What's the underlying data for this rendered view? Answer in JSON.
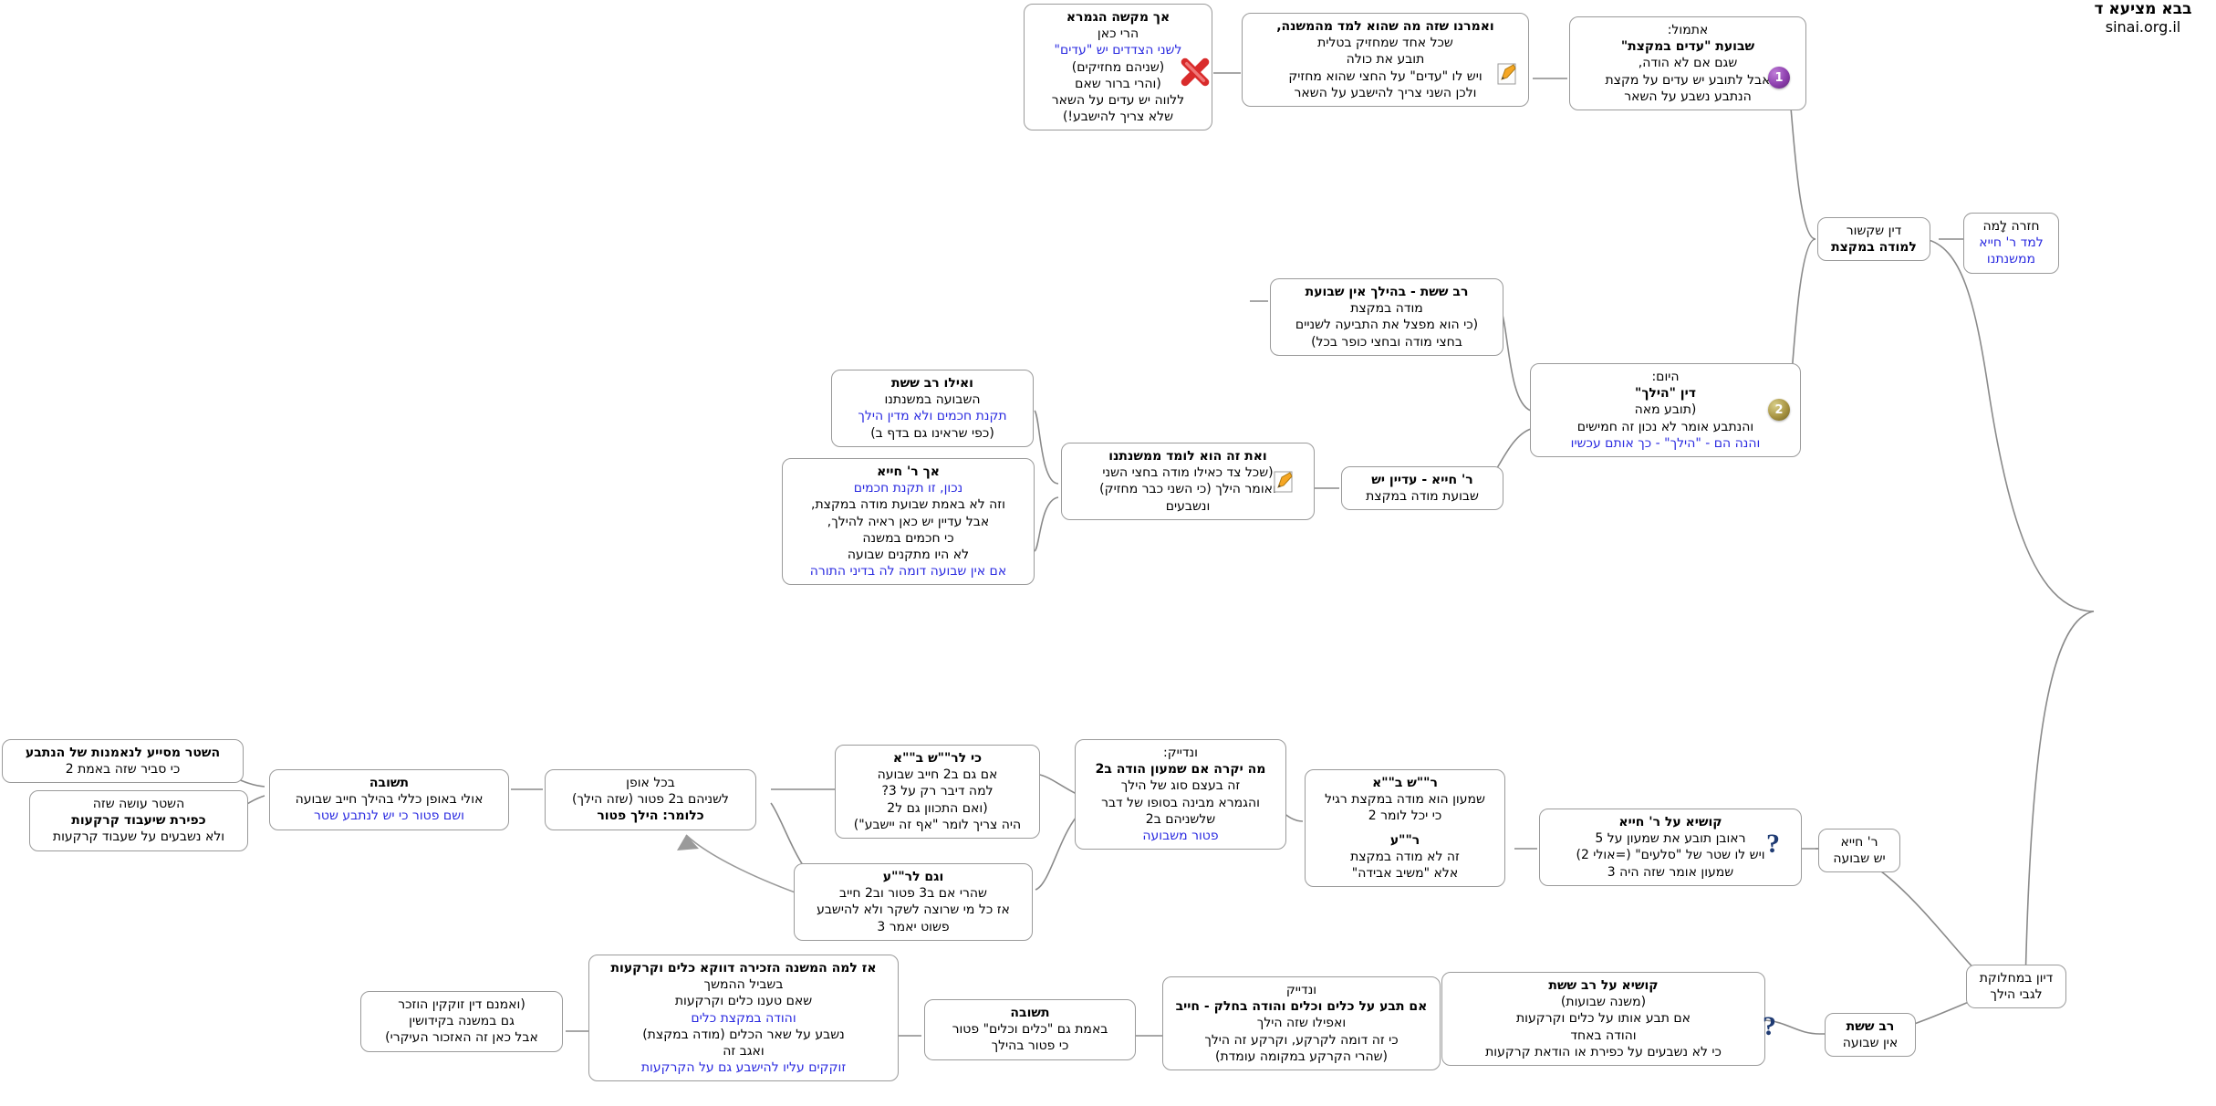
{
  "meta": {
    "root_line1": "בבא מציעא ד",
    "root_line2": "sinai.org.il"
  },
  "nodes": {
    "n_ach_makshe": {
      "lines": [
        {
          "t": "אך מקשה הגמרא",
          "s": "bold"
        },
        {
          "t": "הרי כאן",
          "s": "plain"
        },
        {
          "t": "לשני הצדדים יש  \"עדים\"",
          "s": "blue"
        },
        {
          "t": "(שניהם מחזיקים)",
          "s": "plain"
        },
        {
          "t": "(והרי ברור שאם",
          "s": "plain"
        },
        {
          "t": "ללווה יש עדים על השאר",
          "s": "plain"
        },
        {
          "t": "שלא צריך להישבע!)",
          "s": "plain"
        }
      ]
    },
    "n_veamarnu": {
      "lines": [
        {
          "t": "ואמרנו שזה מה שהוא למד מהמשנה,",
          "s": "bold"
        },
        {
          "t": "שכל אחד שמחזיק בטלית",
          "s": "plain"
        },
        {
          "t": "תובע את כולה",
          "s": "plain"
        },
        {
          "t": "ויש לו \"עדים\" על החצי שהוא מחזיק",
          "s": "plain"
        },
        {
          "t": "ולכן השני צריך להישבע על השאר",
          "s": "plain"
        }
      ]
    },
    "n_etmol": {
      "lines": [
        {
          "t": "אתמול:",
          "s": "plain"
        },
        {
          "t": "שבועת \"עדים במקצת\"",
          "s": "bold"
        },
        {
          "t": "שגם אם לא הודה,",
          "s": "plain"
        },
        {
          "t": "אבל לתובע יש עדים על מקצת",
          "s": "plain"
        },
        {
          "t": "הנתבע נשבע על השאר",
          "s": "plain"
        }
      ]
    },
    "n_din_shikshur": {
      "lines": [
        {
          "t": "דין שקשור",
          "s": "plain"
        },
        {
          "t": "למודה במקצת",
          "s": "bold"
        }
      ]
    },
    "n_chazara": {
      "lines": [
        {
          "t": "חזרה לָמה",
          "s": "plain"
        },
        {
          "t": "למד ר' חייא",
          "s": "blue"
        },
        {
          "t": "ממשנתנו",
          "s": "blue"
        }
      ]
    },
    "n_rav_sheshet_ein": {
      "lines": [
        {
          "t": "רב ששת - בהילך אין שבועת",
          "s": "bold"
        },
        {
          "t": "מודה במקצת",
          "s": "plain"
        },
        {
          "t": "(כי הוא מפצל את התביעה לשניים",
          "s": "plain"
        },
        {
          "t": "בחצי מודה ובחצי  כופר בכל)",
          "s": "plain"
        }
      ]
    },
    "n_hayom": {
      "lines": [
        {
          "t": "היום:",
          "s": "plain"
        },
        {
          "t": "דין \"הילך\"",
          "s": "bold"
        },
        {
          "t": "(תובע מאה",
          "s": "plain"
        },
        {
          "t": "והנתבע אומר לא נכון זה חמישים",
          "s": "plain"
        },
        {
          "t": "והנה הם - \"הילך\" - כך אותם עכשיו",
          "s": "blue"
        }
      ]
    },
    "n_veilu_rav_sheshet": {
      "lines": [
        {
          "t": "ואילו רב ששת",
          "s": "bold"
        },
        {
          "t": "השבועה במשנתנו",
          "s": "plain"
        },
        {
          "t": "תקנת חכמים ולא מדין הילך",
          "s": "blue"
        },
        {
          "t": "(כפי שראינו גם בדף ב)",
          "s": "plain"
        }
      ]
    },
    "n_ach_rabbi_chiya": {
      "lines": [
        {
          "t": "אך ר' חייא",
          "s": "bold"
        },
        {
          "t": "נכון, זו תקנת חכמים",
          "s": "blue"
        },
        {
          "t": "וזה לא באמת שבועת מודה במקצת,",
          "s": "plain"
        },
        {
          "t": "אבל עדיין יש כאן ראיה להילך,",
          "s": "plain"
        },
        {
          "t": "כי חכמים במשנה",
          "s": "plain"
        },
        {
          "t": "לא היו מתקנים שבועה",
          "s": "plain"
        },
        {
          "t": "אם אין שבועה דומה לה בדיני התורה",
          "s": "blue"
        }
      ]
    },
    "n_veet_ze": {
      "lines": [
        {
          "t": "ואת זה הוא לומד  ממשנתנו",
          "s": "bold"
        },
        {
          "t": "(שכל צד  כאילו מודה בחצי השני",
          "s": "plain"
        },
        {
          "t": "ואומר הילך (כי השני כבר מחזיק)",
          "s": "plain"
        },
        {
          "t": "ונשבעים",
          "s": "plain"
        }
      ]
    },
    "n_rchiya_adayin": {
      "lines": [
        {
          "t": "ר' חייא - עדיין יש",
          "s": "bold"
        },
        {
          "t": "שבועת מודה במקצת",
          "s": "plain"
        }
      ]
    },
    "n_shtar_mesaye": {
      "lines": [
        {
          "t": "השטר מסייע לנאמנות של הנתבע",
          "s": "bold"
        },
        {
          "t": "כי סביר שזה באמת 2",
          "s": "plain"
        }
      ]
    },
    "n_shtar_ose": {
      "lines": [
        {
          "t": "השטר עושה שזה",
          "s": "plain"
        },
        {
          "t": "כפירת שיעבוד קרקעות",
          "s": "bold"
        },
        {
          "t": "ולא נשבעים על שעבוד קרקעות",
          "s": "plain"
        }
      ]
    },
    "n_teshuva1": {
      "lines": [
        {
          "t": "תשובה",
          "s": "bold"
        },
        {
          "t": "אולי באופן כללי בהילך חייב שבועה",
          "s": "plain"
        },
        {
          "t": "ושם פטור כי יש לנתבע שטר",
          "s": "blue"
        }
      ]
    },
    "n_bechol_ofen": {
      "lines": [
        {
          "t": "בכל אופן",
          "s": "plain"
        },
        {
          "t": "לשניהם ב2 פטור (שזה הילך)",
          "s": "plain"
        },
        {
          "t": "כלומר: הילך פטור",
          "s": "bold"
        }
      ]
    },
    "n_ki_lerash_ba": {
      "lines": [
        {
          "t": "כי לר\"\"ש ב\"\"א",
          "s": "bold"
        },
        {
          "t": "אם גם ב2 חייב שבועה",
          "s": "plain"
        },
        {
          "t": "למה דיבר רק על 3?",
          "s": "plain"
        },
        {
          "t": "(ואם התכוון גם ל2",
          "s": "plain"
        },
        {
          "t": "היה צריך לומר \"אף זה יישבע\")",
          "s": "plain"
        }
      ]
    },
    "n_vegam_lera": {
      "lines": [
        {
          "t": "וגם לר\"\"ע",
          "s": "bold"
        },
        {
          "t": "שהרי אם ב3 פטור וב2 חייב",
          "s": "plain"
        },
        {
          "t": "אז כל מי שרוצה לשקר ולא להישבע",
          "s": "plain"
        },
        {
          "t": "פשוט יאמר 3",
          "s": "plain"
        }
      ]
    },
    "n_vendayek": {
      "lines": [
        {
          "t": "ונדייק:",
          "s": "plain"
        },
        {
          "t": "מה יקרה אם שמעון הודה ב2",
          "s": "bold"
        },
        {
          "t": "זה בעצם סוג של הילך",
          "s": "plain_blue_tail"
        },
        {
          "t": "והגמרא מבינה בסופו של דבר",
          "s": "plain"
        },
        {
          "t": "שלשניהם ב2",
          "s": "plain"
        },
        {
          "t": "פטור משבועה",
          "s": "blue"
        }
      ]
    },
    "n_rash_ba": {
      "lines": [
        {
          "t": "ר\"\"ש ב\"\"א",
          "s": "bold"
        },
        {
          "t": "שמעון הוא מודה במקצת רגיל",
          "s": "plain"
        },
        {
          "t": "כי יכל לומר 2",
          "s": "plain"
        },
        {
          "t": "",
          "s": "plain"
        },
        {
          "t": "ר\"\"ע",
          "s": "bold"
        },
        {
          "t": "זה לא מודה במקצת",
          "s": "plain"
        },
        {
          "t": "אלא  \"משיב אבידה\"",
          "s": "plain"
        }
      ]
    },
    "n_kushiya_chiya": {
      "lines": [
        {
          "t": "קושיא על ר' חייא",
          "s": "bold"
        },
        {
          "t": "ראובן תובע את שמעון על 5",
          "s": "plain"
        },
        {
          "t": "ויש לו שטר של \"סלעים\" (=אולי 2)",
          "s": "plain"
        },
        {
          "t": "שמעון אומר שזה היה  3",
          "s": "plain"
        }
      ]
    },
    "n_rchiya_yesh": {
      "lines": [
        {
          "t": "ר' חייא",
          "s": "plain"
        },
        {
          "t": "יש שבועה",
          "s": "plain"
        }
      ]
    },
    "n_diyun": {
      "lines": [
        {
          "t": "דיון במחלוקת",
          "s": "plain"
        },
        {
          "t": "לגבי הילך",
          "s": "plain"
        }
      ]
    },
    "n_rav_sheshet_ein2": {
      "lines": [
        {
          "t": "רב ששת",
          "s": "bold"
        },
        {
          "t": "אין שבועה",
          "s": "plain"
        }
      ]
    },
    "n_kushiya_sheshet": {
      "lines": [
        {
          "t": "קושיא על רב ששת",
          "s": "bold"
        },
        {
          "t": "(משנה שבועות)",
          "s": "plain"
        },
        {
          "t": "אם תבע אותו על כלים וקרקעות",
          "s": "plain"
        },
        {
          "t": "והודה באחד",
          "s": "plain"
        },
        {
          "t": "כי לא נשבעים על כפירת או הודאת קרקעות",
          "s": "plain"
        }
      ]
    },
    "n_vendayek2": {
      "lines": [
        {
          "t": "ונדייק",
          "s": "plain"
        },
        {
          "t": "אם תבע על כלים וכלים והודה בחלק - חייב",
          "s": "bold"
        },
        {
          "t": "ואפילו שזה הילך",
          "s": "plain"
        },
        {
          "t": "כי זה דומה לקרקע, וקרקע זה הילך",
          "s": "plain"
        },
        {
          "t": "(שהרי הקרקע במקומה עומדת)",
          "s": "plain"
        }
      ]
    },
    "n_teshuva2": {
      "lines": [
        {
          "t": "תשובה",
          "s": "bold"
        },
        {
          "t": "באמת  גם \"כלים וכלים\" פטור",
          "s": "plain"
        },
        {
          "t": "כי פטור בהילך",
          "s": "plain"
        }
      ]
    },
    "n_az_lama": {
      "lines": [
        {
          "t": "אז למה המשנה הזכירה דווקא כלים וקרקעות",
          "s": "bold"
        },
        {
          "t": "בשביל ההמשך",
          "s": "plain"
        },
        {
          "t": "שאם טענו כלים וקרקעות",
          "s": "plain"
        },
        {
          "t": "והודה במקצת כלים",
          "s": "blue"
        },
        {
          "t": "נשבע על שאר הכלים (מודה במקצת)",
          "s": "plain"
        },
        {
          "t": "ואגב זה",
          "s": "plain"
        },
        {
          "t": "זוקקים עליו להישבע גם על הקרקעות",
          "s": "blue"
        }
      ]
    },
    "n_veomnam": {
      "lines": [
        {
          "t": "(ואמנם דין זוקקין הוזכר",
          "s": "plain"
        },
        {
          "t": "גם במשנה בקידושין",
          "s": "plain"
        },
        {
          "t": "אבל כאן זה האזכור העיקרי)",
          "s": "plain"
        }
      ]
    }
  },
  "badges": {
    "one": "1",
    "two": "2"
  },
  "icons": {
    "x": "x-mark-icon",
    "note": "note-edit-icon",
    "question": "?"
  }
}
